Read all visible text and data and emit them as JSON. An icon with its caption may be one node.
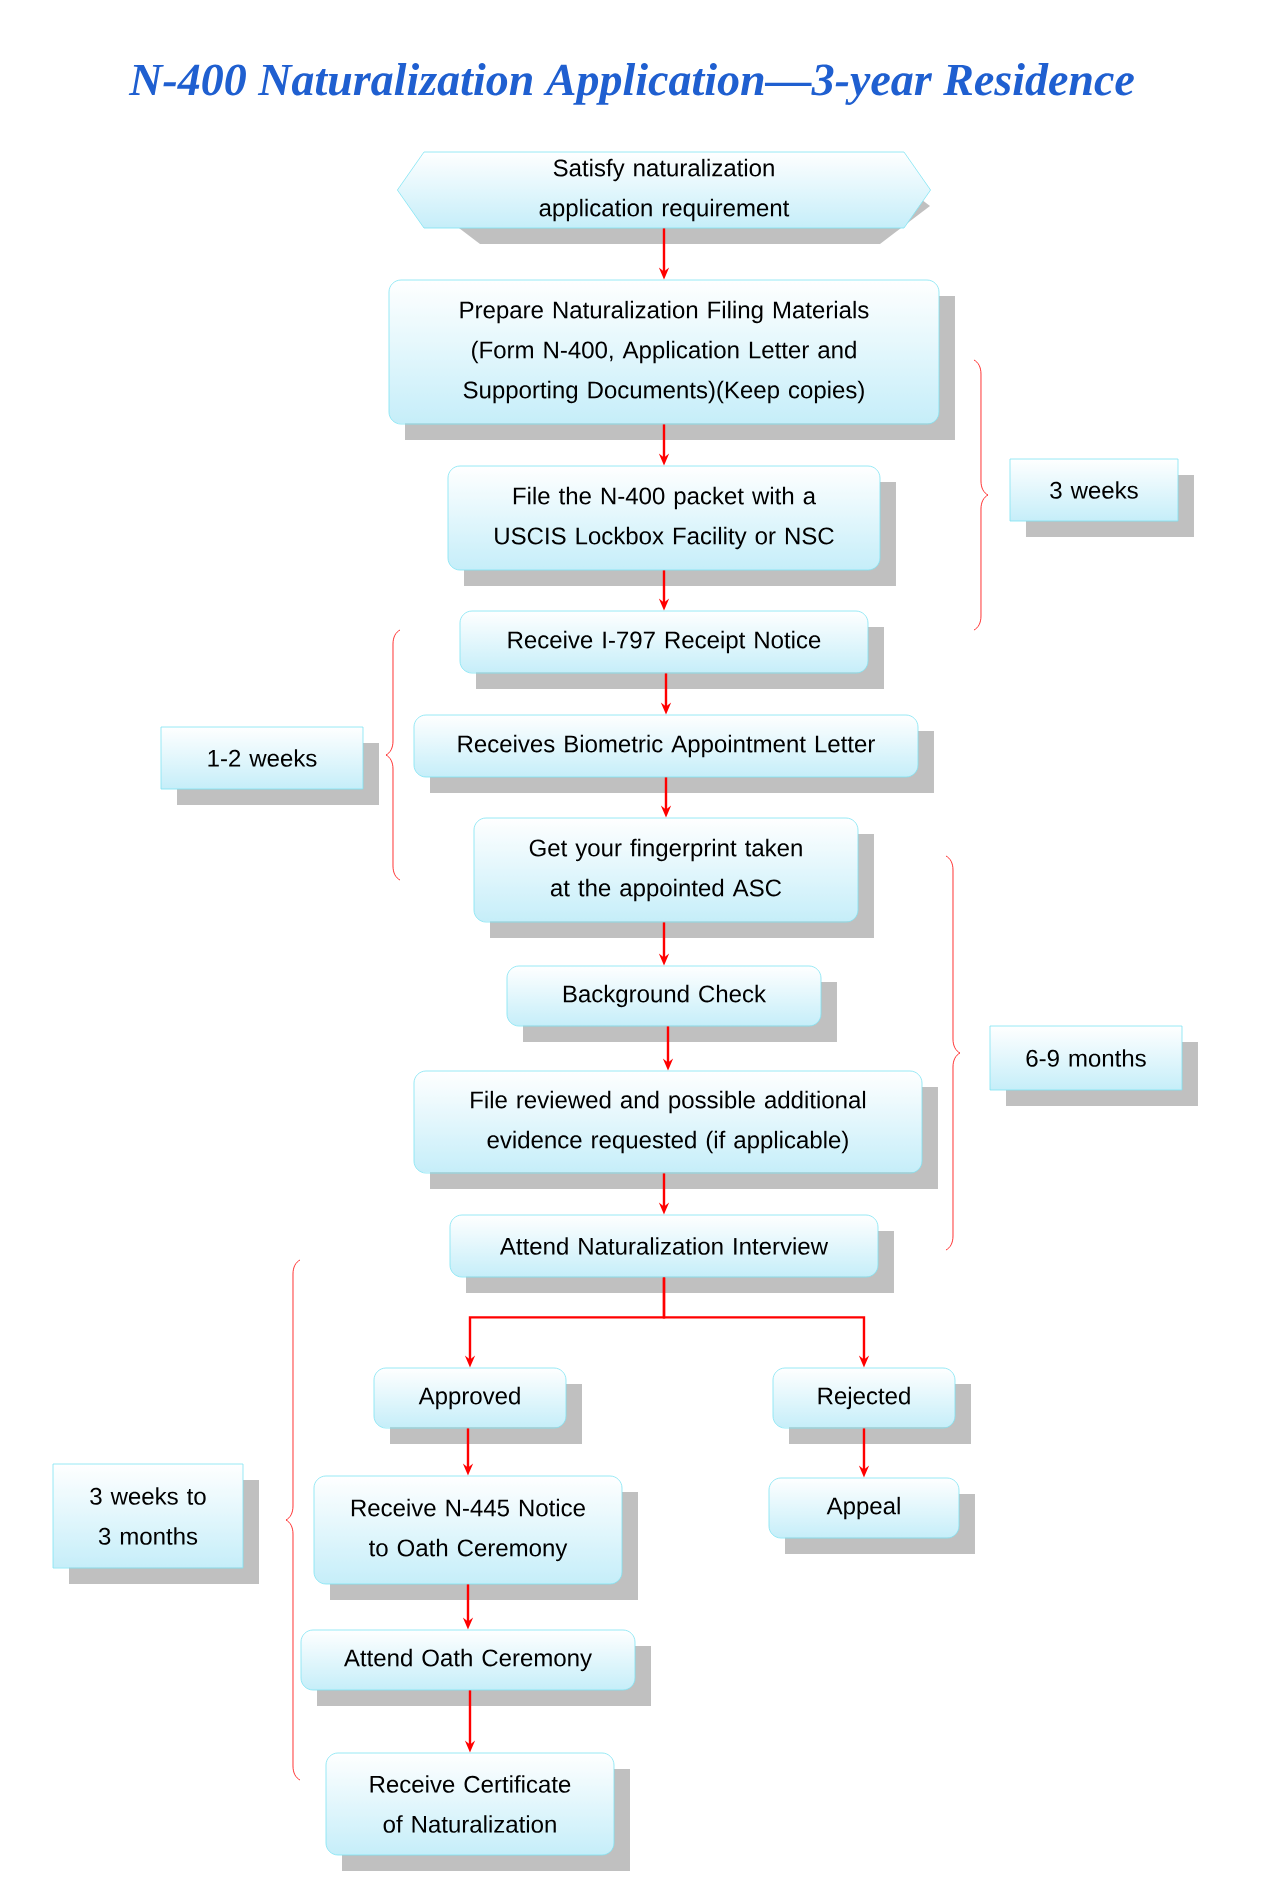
{
  "diagram": {
    "title": "N-400 Naturalization Application—3-year Residence",
    "nodes": [
      {
        "text": [
          "Satisfy naturalization application requirement"
        ]
      },
      {
        "text": [
          "Prepare Naturalization Filing Materials (Form N-400, Application Letter and Supporting Documents)(Keep copies)"
        ]
      },
      {
        "text": [
          "File the N-400 packet with a USCIS Lockbox Facility or NSC"
        ]
      },
      {
        "text": [
          "Receive I-797 Receipt Notice"
        ]
      },
      {
        "text": [
          "Receives Biometric Appointment Letter"
        ]
      },
      {
        "text": [
          "Get your fingerprint taken at the appointed ASC"
        ]
      },
      {
        "text": [
          "Background Check"
        ]
      },
      {
        "text": [
          "File reviewed and possible additional evidence requested (if applicable)"
        ]
      },
      {
        "text": [
          "Attend Naturalization Interview"
        ]
      },
      {
        "text": [
          "Approved"
        ]
      },
      {
        "text": [
          "Rejected"
        ]
      },
      {
        "text": [
          "Receive N-445 Notice to Oath Ceremony"
        ]
      },
      {
        "text": [
          "Attend Oath Ceremony"
        ]
      },
      {
        "text": [
          "Receive Certificate of Naturalization"
        ]
      },
      {
        "text": [
          "Appeal"
        ]
      },
      {
        "text": [
          "3 weeks"
        ]
      },
      {
        "text": [
          "1-2 weeks"
        ]
      },
      {
        "text": [
          "6-9 months"
        ]
      },
      {
        "text": [
          "3 weeks to 3 months"
        ]
      }
    ],
    "edges": [
      {
        "from": 0,
        "to": 1,
        "arrow": "to"
      },
      {
        "from": 1,
        "to": 2,
        "arrow": "to"
      },
      {
        "from": 2,
        "to": 3,
        "arrow": "to"
      },
      {
        "from": 3,
        "to": 4,
        "arrow": "to"
      },
      {
        "from": 4,
        "to": 5,
        "arrow": "to"
      },
      {
        "from": 5,
        "to": 6,
        "arrow": "to"
      },
      {
        "from": 6,
        "to": 7,
        "arrow": "to"
      },
      {
        "from": 7,
        "to": 8,
        "arrow": "to"
      },
      {
        "from": 8,
        "to": 9,
        "arrow": "to"
      },
      {
        "from": 8,
        "to": 10,
        "arrow": "to"
      },
      {
        "from": 9,
        "to": 11,
        "arrow": "to"
      },
      {
        "from": 11,
        "to": 12,
        "arrow": "to"
      },
      {
        "from": 12,
        "to": 13,
        "arrow": "to"
      },
      {
        "from": 10,
        "to": 14,
        "arrow": "to"
      }
    ]
  }
}
